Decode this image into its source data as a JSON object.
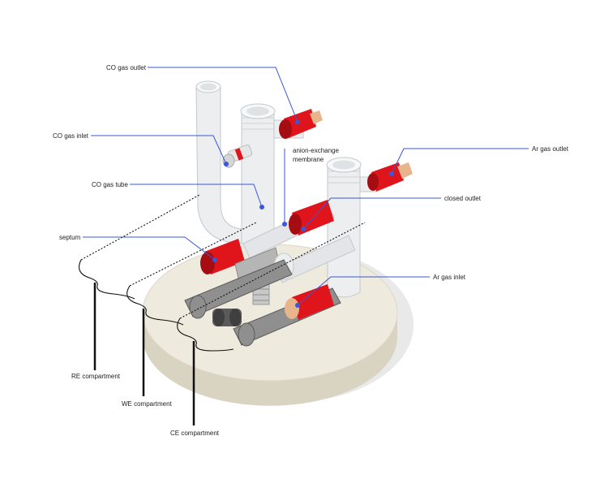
{
  "colors": {
    "leader": "#3a57d6",
    "dot": "#3a57d6",
    "cap": "#e0141b",
    "cap_dark": "#a50d12",
    "glass": "#eceef0",
    "glass_edge": "#c4c8cc",
    "base": "#eeeadd",
    "base_side": "#d9d4c2",
    "shadow": "#e7e7e7",
    "plate": "#8f8f8f",
    "plate_dark": "#5a5a5a",
    "copper": "#e8b48c"
  },
  "labels": {
    "co_gas_outlet": "CO gas outlet",
    "co_gas_inlet": "CO gas inlet",
    "anion_membrane_line1": "anion-exchange",
    "anion_membrane_line2": "membrane",
    "ar_gas_outlet": "Ar gas outlet",
    "co_gas_tube": "CO gas tube",
    "closed_outlet": "closed outlet",
    "septum": "septum",
    "ar_gas_inlet": "Ar gas inlet",
    "re_compartment": "RE compartment",
    "we_compartment": "WE compartment",
    "ce_compartment": "CE compartment"
  }
}
